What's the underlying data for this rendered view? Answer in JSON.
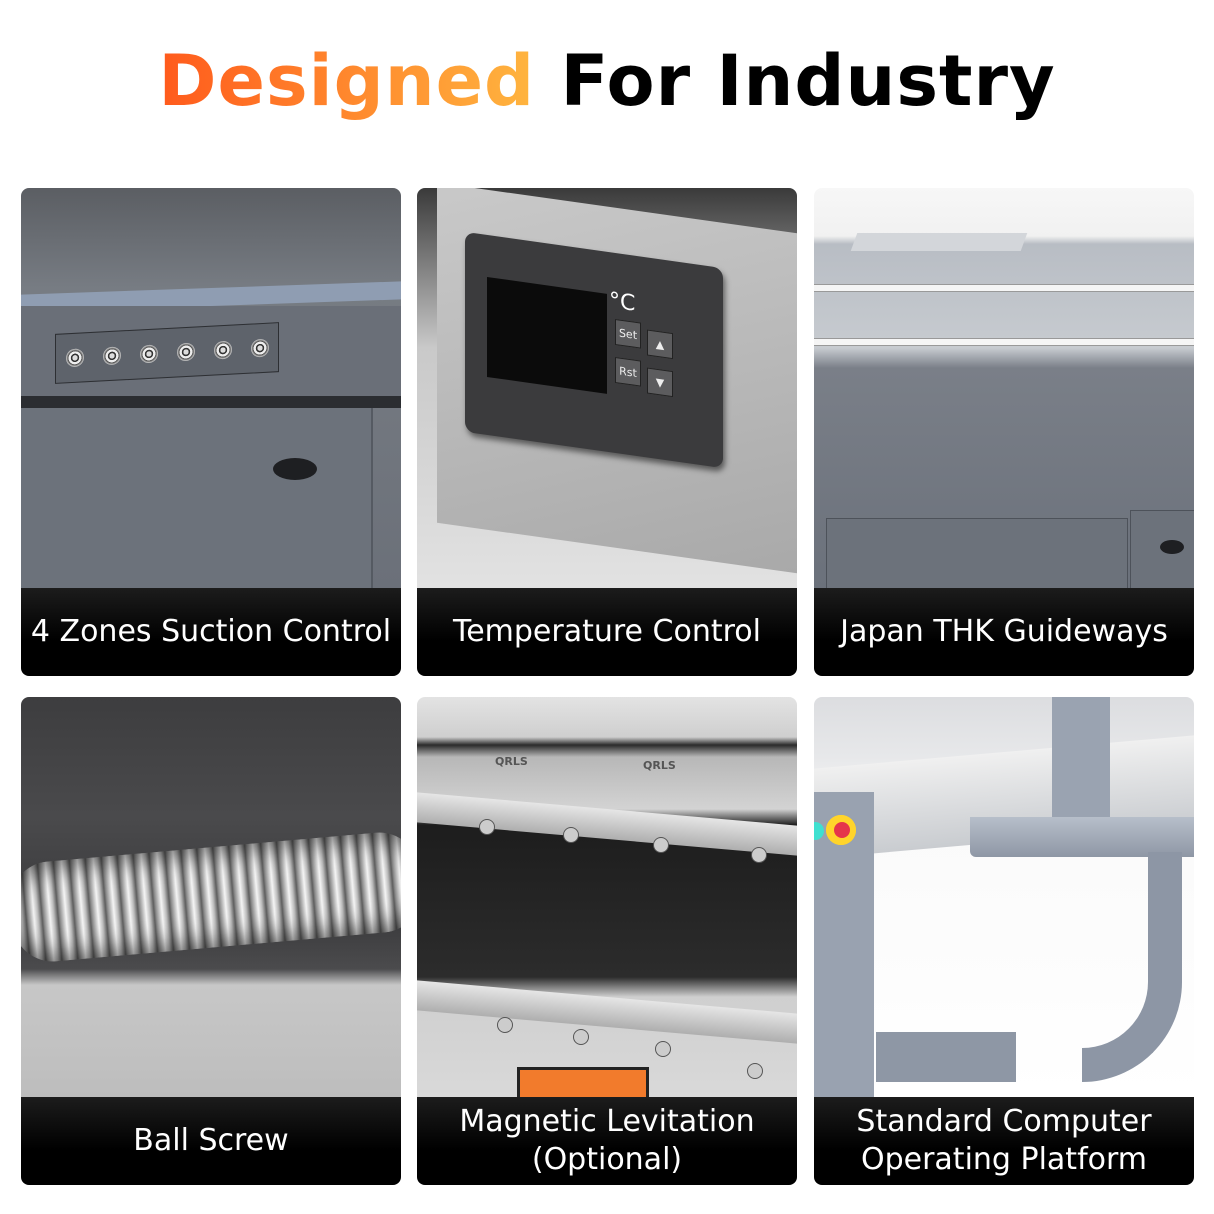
{
  "header": {
    "title_accent": "Designed",
    "title_rest": "For Industry",
    "accent_gradient": [
      "#ff5a1c",
      "#ffb53f"
    ]
  },
  "features": [
    {
      "caption_lines": [
        "4 Zones Suction Control"
      ],
      "image": "suction-control-panel"
    },
    {
      "caption_lines": [
        "Temperature Control"
      ],
      "image": "temperature-controller",
      "controller": {
        "unit": "°C",
        "keys": [
          "Set",
          "Rst",
          "▲",
          "▼"
        ]
      }
    },
    {
      "caption_lines": [
        "Japan THK Guideways"
      ],
      "image": "linear-guideways"
    },
    {
      "caption_lines": [
        "Ball Screw"
      ],
      "image": "ball-screw"
    },
    {
      "caption_lines": [
        "Magnetic Levitation",
        "(Optional)"
      ],
      "image": "magnetic-levitation-rail",
      "rail_brand": "QRLS"
    },
    {
      "caption_lines": [
        "Standard Computer",
        "Operating Platform"
      ],
      "image": "computer-platform-arm"
    }
  ]
}
